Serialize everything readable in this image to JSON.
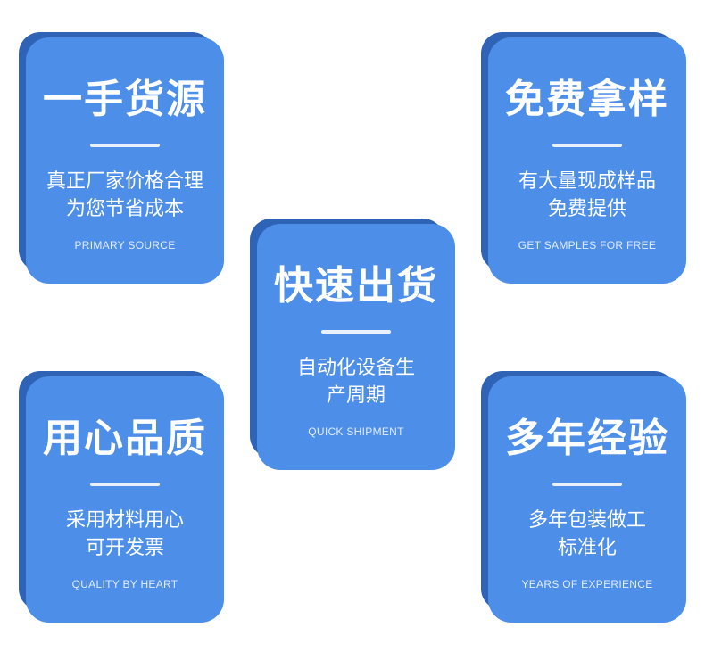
{
  "cards": [
    {
      "title": "一手货源",
      "line1": "真正厂家价格合理",
      "line2": "为您节省成本",
      "subtitle": "PRIMARY SOURCE"
    },
    {
      "title": "免费拿样",
      "line1": "有大量现成样品",
      "line2": "免费提供",
      "subtitle": "GET SAMPLES FOR FREE"
    },
    {
      "title": "快速出货",
      "line1": "自动化设备生",
      "line2": "产周期",
      "subtitle": "QUICK SHIPMENT"
    },
    {
      "title": "用心品质",
      "line1": "采用材料用心",
      "line2": "可开发票",
      "subtitle": "QUALITY BY HEART"
    },
    {
      "title": "多年经验",
      "line1": "多年包装做工",
      "line2": "标准化",
      "subtitle": "YEARS OF EXPERIENCE"
    }
  ],
  "colors": {
    "card": "#4c8ee8",
    "card_shadow": "#2e63b6",
    "text": "#ffffff"
  }
}
